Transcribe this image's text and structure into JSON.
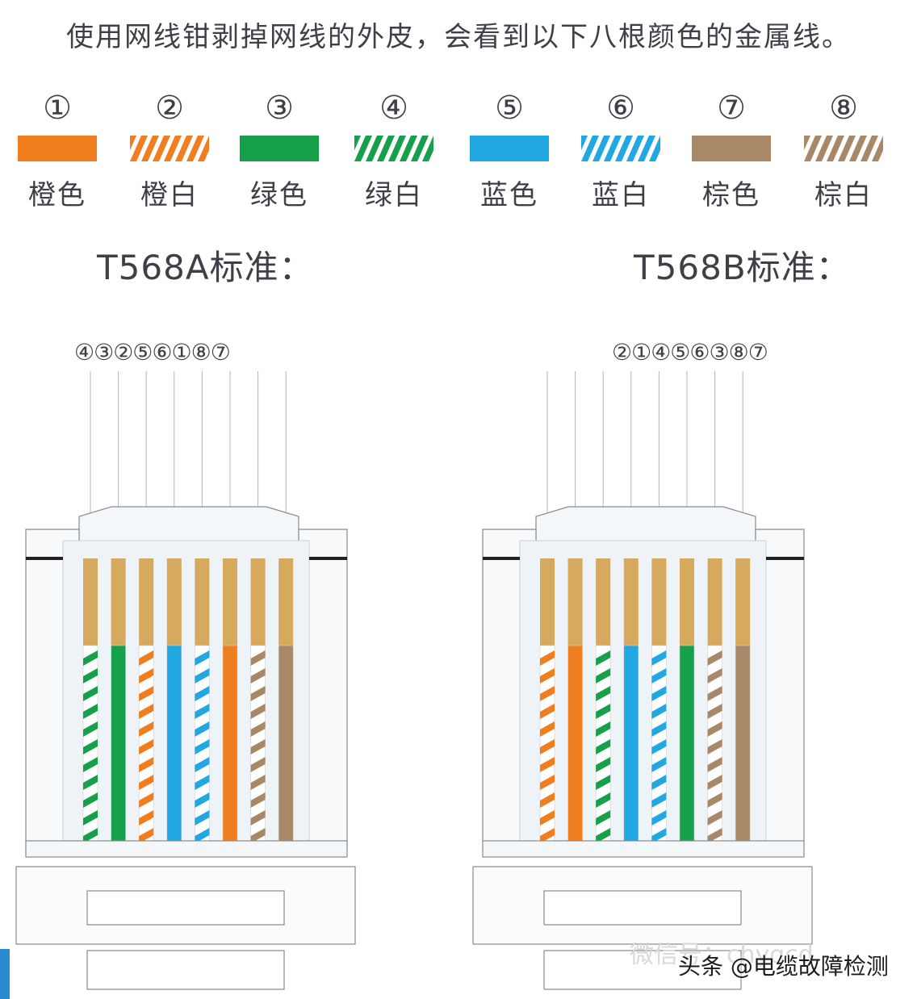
{
  "title": "使用网线钳剥掉网线的外皮，会看到以下八根颜色的金属线。",
  "legend": [
    {
      "num": "①",
      "label": "橙色",
      "color": "#f07d1e",
      "striped": false
    },
    {
      "num": "②",
      "label": "橙白",
      "color": "#f07d1e",
      "striped": true
    },
    {
      "num": "③",
      "label": "绿色",
      "color": "#17a04a",
      "striped": false
    },
    {
      "num": "④",
      "label": "绿白",
      "color": "#17a04a",
      "striped": true
    },
    {
      "num": "⑤",
      "label": "蓝色",
      "color": "#21a8e2",
      "striped": false
    },
    {
      "num": "⑥",
      "label": "蓝白",
      "color": "#21a8e2",
      "striped": true
    },
    {
      "num": "⑦",
      "label": "棕色",
      "color": "#a98867",
      "striped": false
    },
    {
      "num": "⑧",
      "label": "棕白",
      "color": "#a98867",
      "striped": true
    }
  ],
  "standards": {
    "a": {
      "title": "T568A标准：",
      "pins": [
        "④",
        "③",
        "②",
        "⑤",
        "⑥",
        "①",
        "⑧",
        "⑦"
      ],
      "pin_text": "④③②⑤⑥①⑧⑦"
    },
    "b": {
      "title": "T568B标准：",
      "pins": [
        "②",
        "①",
        "④",
        "⑤",
        "⑥",
        "③",
        "⑧",
        "⑦"
      ],
      "pin_text": "②①④⑤⑥③⑧⑦"
    }
  },
  "colors": {
    "contact": "#d6a95e",
    "connector_body": "#edf3f6",
    "outline": "#8a8a90",
    "white": "#ffffff"
  },
  "watermark": "微信号：chyqcd",
  "credit": "头条 @电缆故障检测"
}
